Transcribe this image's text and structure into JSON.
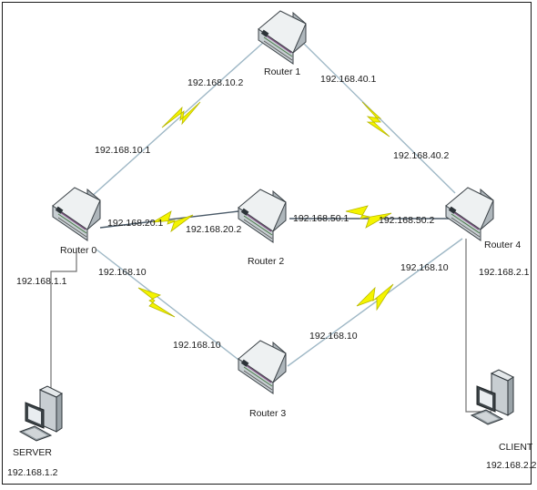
{
  "colors": {
    "serial_link": "#f4f400",
    "serial_outline": "#b8b800",
    "line_blue": "#9fb8c6",
    "line_gray": "#707070",
    "router_body": "#d8dde0",
    "router_dark": "#3c4348"
  },
  "nodes": {
    "router0": {
      "label": "Router 0",
      "icon": "router-icon"
    },
    "router1": {
      "label": "Router 1",
      "icon": "router-icon"
    },
    "router2": {
      "label": "Router 2",
      "icon": "router-icon"
    },
    "router3": {
      "label": "Router 3",
      "icon": "router-icon"
    },
    "router4": {
      "label": "Router 4",
      "icon": "router-icon"
    },
    "server": {
      "label": "SERVER",
      "ip": "192.168.1.2",
      "icon": "computer-icon"
    },
    "client": {
      "label": "CLIENT",
      "ip": "192.168.2.2",
      "icon": "computer-icon"
    }
  },
  "link_labels": {
    "r0_r1_near_r1": "192.168.10.2",
    "r0_r1_near_r0": "192.168.10.1",
    "r1_r4_near_r1": "192.168.40.1",
    "r1_r4_near_r4": "192.168.40.2",
    "r0_r2_near_r0": "192.168.20.1",
    "r0_r2_near_r2": "192.168.20.2",
    "r2_r4_near_r2": "192.168.50.1",
    "r2_r4_near_r4": "192.168.50.2",
    "r0_r3_near_r0": "192.168.10",
    "r0_r3_near_r3": "192.168.10",
    "r3_r4_near_r3": "192.168.10",
    "r3_r4_near_r4": "192.168.10",
    "r0_server": "192.168.1.1",
    "r4_client": "192.168.2.1"
  }
}
